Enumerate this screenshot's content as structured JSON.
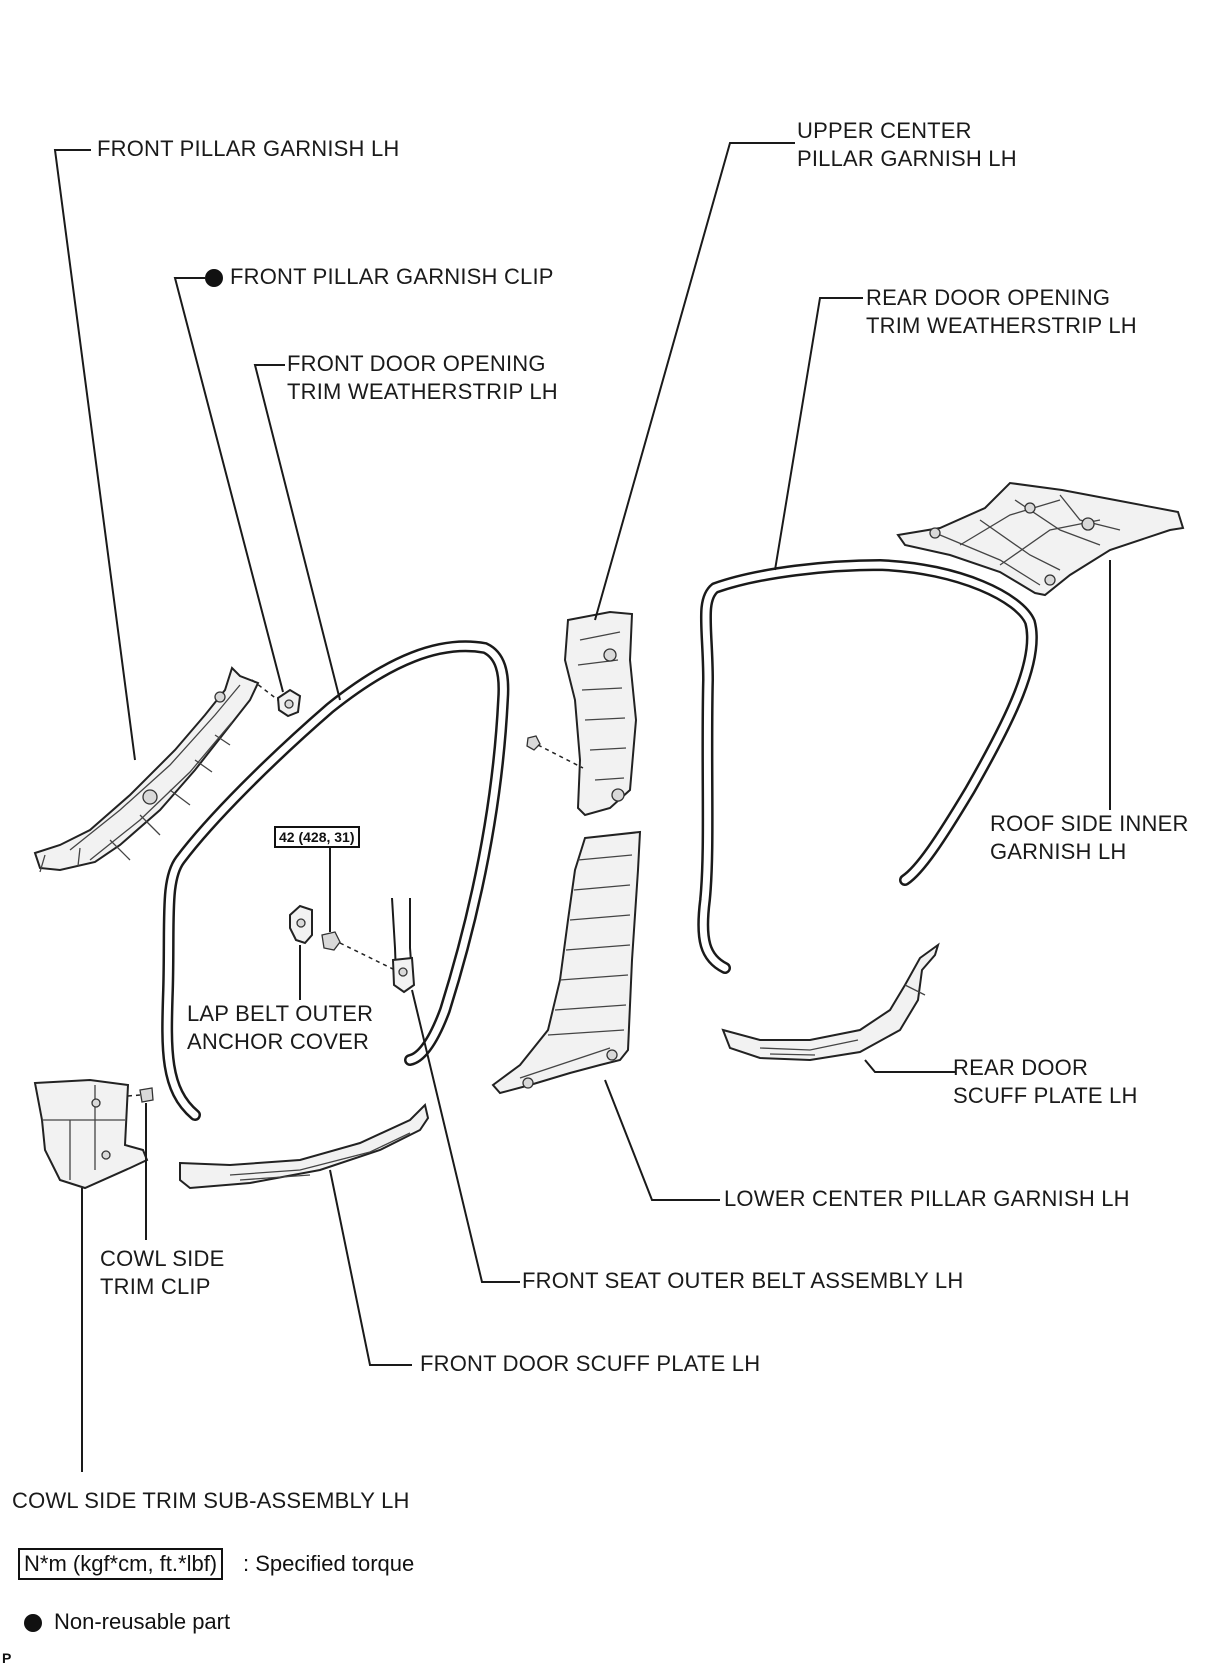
{
  "labels": {
    "front_pillar_garnish": "FRONT PILLAR GARNISH LH",
    "front_pillar_garnish_clip": "FRONT PILLAR GARNISH CLIP",
    "front_door_opening_trim_line1": "FRONT DOOR OPENING",
    "front_door_opening_trim_line2": "TRIM WEATHERSTRIP LH",
    "upper_center_pillar_line1": "UPPER CENTER",
    "upper_center_pillar_line2": "PILLAR GARNISH LH",
    "rear_door_opening_trim_line1": "REAR DOOR OPENING",
    "rear_door_opening_trim_line2": "TRIM WEATHERSTRIP LH",
    "roof_side_inner_line1": "ROOF SIDE INNER",
    "roof_side_inner_line2": "GARNISH LH",
    "lap_belt_cover_line1": "LAP BELT OUTER",
    "lap_belt_cover_line2": "ANCHOR COVER",
    "rear_door_scuff_line1": "REAR DOOR",
    "rear_door_scuff_line2": "SCUFF PLATE LH",
    "lower_center_pillar": "LOWER CENTER PILLAR GARNISH LH",
    "cowl_side_clip_line1": "COWL SIDE",
    "cowl_side_clip_line2": "TRIM CLIP",
    "front_seat_outer_belt": "FRONT SEAT OUTER BELT ASSEMBLY LH",
    "front_door_scuff": "FRONT DOOR SCUFF PLATE LH",
    "cowl_side_trim": "COWL SIDE TRIM SUB-ASSEMBLY LH"
  },
  "torque_value": "42 (428, 31)",
  "legend": {
    "torque_unit": "N*m (kgf*cm, ft.*lbf)",
    "torque_desc": ": Specified torque",
    "non_reusable": "Non-reusable part"
  },
  "footer_code": "P"
}
